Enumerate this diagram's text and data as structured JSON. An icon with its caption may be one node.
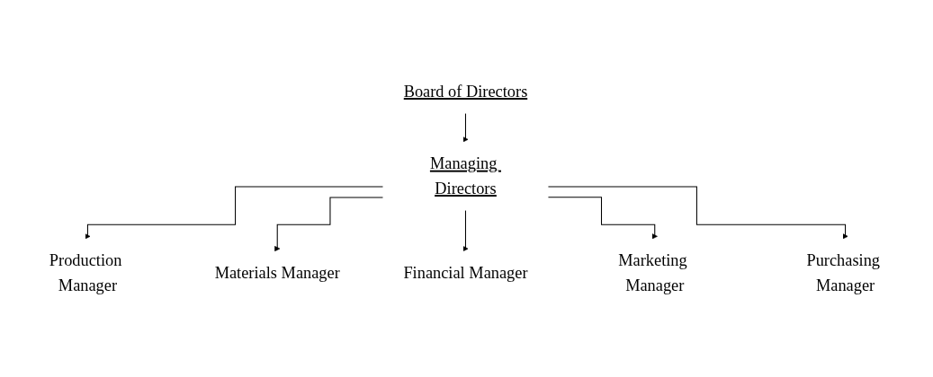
{
  "diagram": {
    "nodes": [
      {
        "text": [
          "Board of Directors"
        ]
      },
      {
        "text": [
          "Managing Directors"
        ]
      },
      {
        "text": [
          "Production Manager"
        ]
      },
      {
        "text": [
          "Materials Manager"
        ]
      },
      {
        "text": [
          "Financial Manager"
        ]
      },
      {
        "text": [
          "Marketing Manager"
        ]
      },
      {
        "text": [
          "Purchasing Manager"
        ]
      }
    ],
    "edges": [
      {
        "from": 0,
        "to": 1,
        "arrow": "to"
      },
      {
        "from": 1,
        "to": 2,
        "arrow": "to"
      },
      {
        "from": 1,
        "to": 3,
        "arrow": "to"
      },
      {
        "from": 1,
        "to": 4,
        "arrow": "to"
      },
      {
        "from": 1,
        "to": 5,
        "arrow": "to"
      },
      {
        "from": 1,
        "to": 6,
        "arrow": "to"
      }
    ]
  }
}
